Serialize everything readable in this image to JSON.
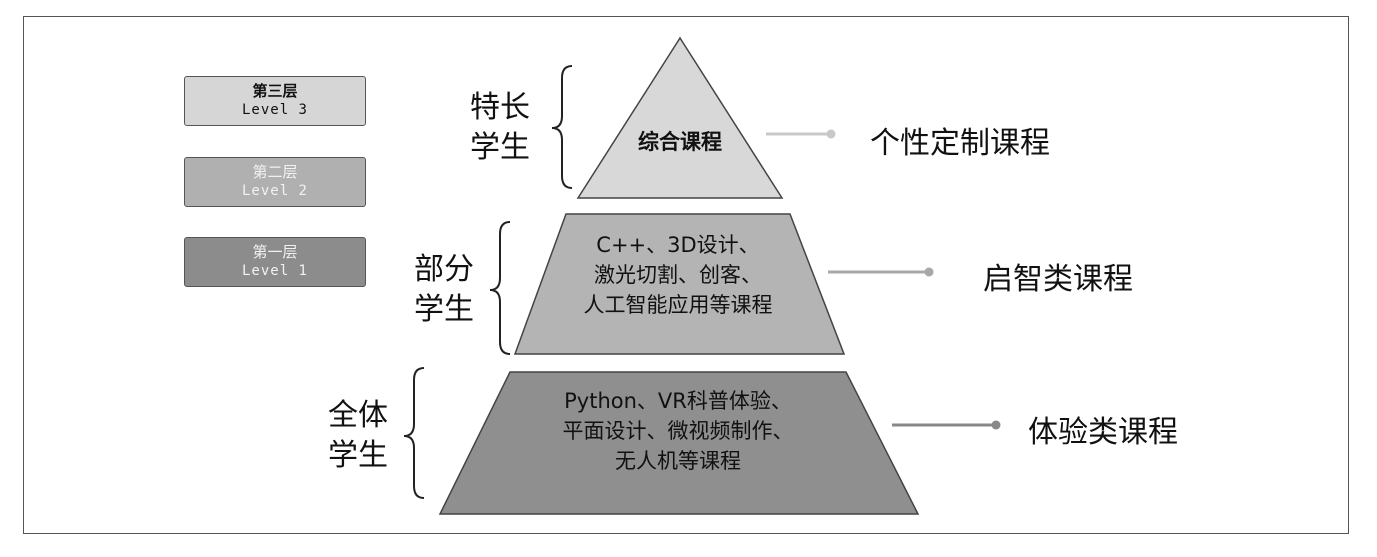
{
  "levels": [
    {
      "title": "第三层",
      "sub": "Level 3"
    },
    {
      "title": "第二层",
      "sub": "Level 2"
    },
    {
      "title": "第一层",
      "sub": "Level 1"
    }
  ],
  "tiers": [
    {
      "group_line1": "特长",
      "group_line2": "学生",
      "content": [
        "综合课程"
      ],
      "category": "个性定制课程"
    },
    {
      "group_line1": "部分",
      "group_line2": "学生",
      "content": [
        "C++、3D设计、",
        "激光切割、创客、",
        "人工智能应用等课程"
      ],
      "category": "启智类课程"
    },
    {
      "group_line1": "全体",
      "group_line2": "学生",
      "content": [
        "Python、VR科普体验、",
        "平面设计、微视频制作、",
        "无人机等课程"
      ],
      "category": "体验类课程"
    }
  ],
  "colors": {
    "top_tier": "#d8d8d8",
    "middle_tier": "#b4b4b4",
    "bottom_tier": "#8f8f8f",
    "outline": "#444444"
  }
}
